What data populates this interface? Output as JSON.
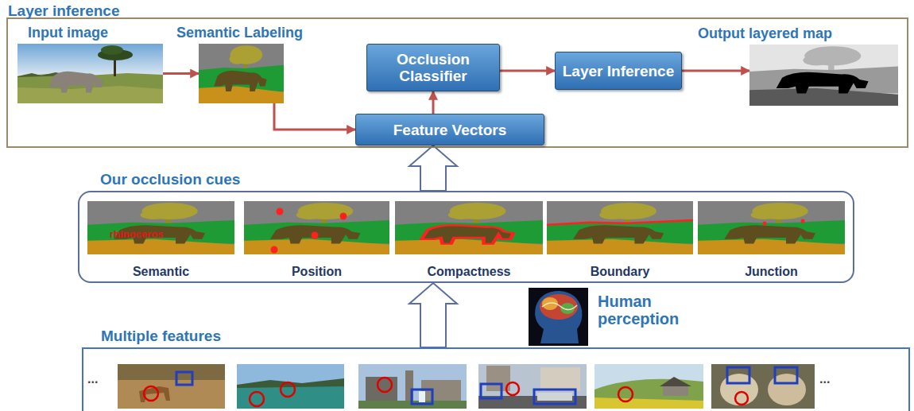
{
  "diagram": {
    "nodes": [
      {
        "text": [
          "Layer inference"
        ]
      },
      {
        "text": [
          "Input image"
        ],
        "in": 0
      },
      {
        "text": [
          "Semantic Labeling"
        ],
        "in": 0
      },
      {
        "text": [
          "Occlusion Classifier"
        ],
        "in": 0
      },
      {
        "text": [
          "Layer Inference"
        ],
        "in": 0
      },
      {
        "text": [
          "Output layered map"
        ],
        "in": 0
      },
      {
        "text": [
          "Feature Vectors"
        ],
        "in": 0
      },
      {
        "text": [
          "Our occlusion cues"
        ]
      },
      {
        "text": [
          "Semantic"
        ],
        "in": 7
      },
      {
        "text": [
          "Position"
        ],
        "in": 7
      },
      {
        "text": [
          "Compactness"
        ],
        "in": 7
      },
      {
        "text": [
          "Boundary"
        ],
        "in": 7
      },
      {
        "text": [
          "Junction"
        ],
        "in": 7
      },
      {
        "text": [
          "Multiple features"
        ]
      }
    ],
    "edges": [
      {
        "from": 1,
        "to": 2,
        "arrow": "to"
      },
      {
        "from": 2,
        "to": 6,
        "arrow": "to"
      },
      {
        "from": 6,
        "to": 3,
        "arrow": "to"
      },
      {
        "from": 3,
        "to": 4,
        "arrow": "to"
      },
      {
        "from": 4,
        "to": 5,
        "arrow": "to"
      },
      {
        "from": 7,
        "to": 6,
        "arrow": "to"
      },
      {
        "from": 13,
        "to": 7,
        "arrow": "to"
      }
    ],
    "labels": [
      "rhinoceros",
      "Human perception",
      "...",
      "..."
    ]
  }
}
